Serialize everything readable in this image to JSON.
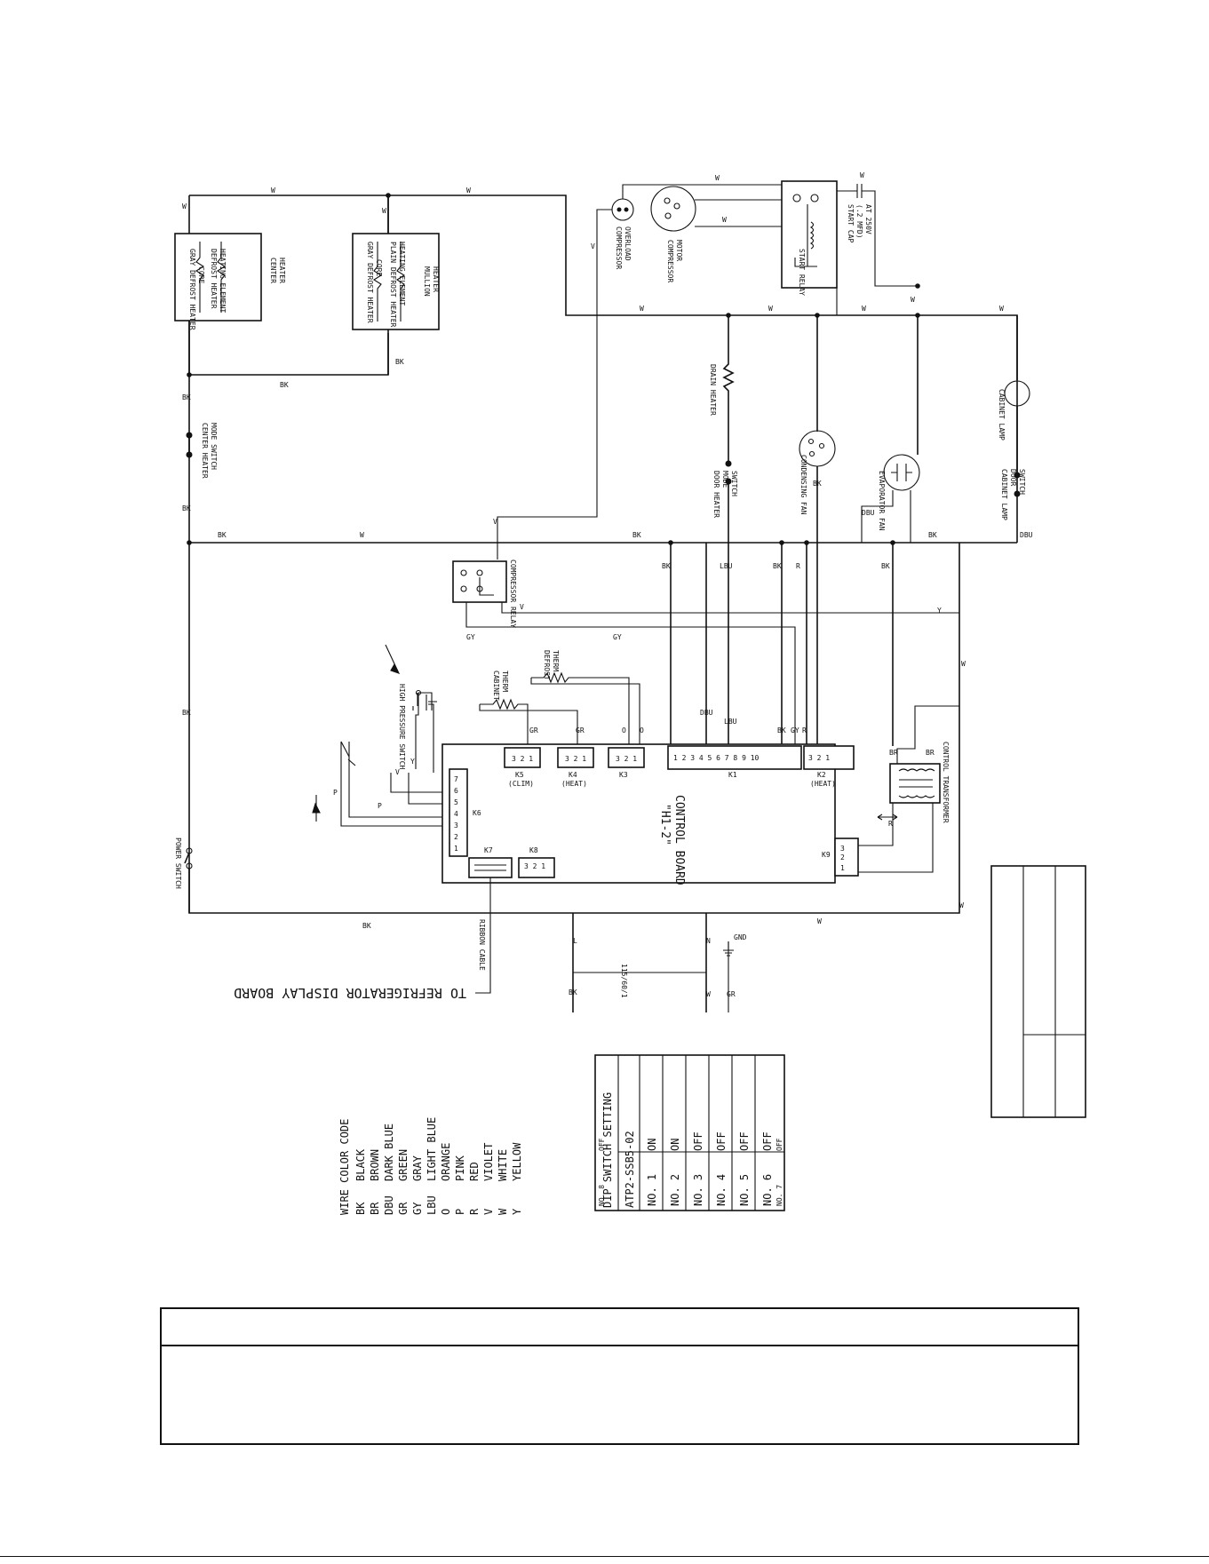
{
  "components": {
    "fresh_food_defrost_heaters": {
      "top": "GRAY DEFROST HEATER",
      "top_sub": "CORE",
      "bottom": "DEFROST HEATER",
      "bottom_sub": "HEATING ELEMENT",
      "name1": "CENTER",
      "name2": "HEATER"
    },
    "freezer_defrost_heaters": {
      "top": "GRAY DEFROST HEATER",
      "top_sub": "CORE",
      "bottom": "PLAIN DEFROST HEATER",
      "bottom_sub": "HEATING ELEMENT",
      "name1": "MULLION",
      "name2": "HEATER"
    },
    "center_heater_mode_switch": {
      "line1": "CENTER HEATER",
      "line2": "MODE SWITCH"
    },
    "compressor_overload": {
      "line1": "COMPRESSOR",
      "line2": "OVERLOAD"
    },
    "compressor_motor": {
      "line1": "COMPRESSOR",
      "line2": "MOTOR"
    },
    "start_relay": {
      "label": "START RELAY"
    },
    "start_cap": {
      "line1": "START CAP",
      "line2": "(.2 MFD)",
      "line3": "AT 250V"
    },
    "drain_heater": {
      "label": "DRAIN HEATER"
    },
    "door_heater_switch": {
      "line1": "DOOR HEATER",
      "line2": "MODE",
      "line3": "SWITCH"
    },
    "condensing_fan": {
      "label": "CONDENSING FAN"
    },
    "evaporator_fan": {
      "label": "EVAPORATOR FAN"
    },
    "cabinet_lamp": {
      "label": "CABINET LAMP"
    },
    "cabinet_lamp_switch": {
      "line1": "CABINET LAMP",
      "line2": "DOOR",
      "line3": "SWITCH"
    },
    "compressor_relay": {
      "label": "COMPRESSOR RELAY"
    },
    "high_pressure_switch": {
      "label": "HIGH PRESSURE SWITCH"
    },
    "cabinet_therm": {
      "line1": "CABINET",
      "line2": "THERM"
    },
    "defrost_therm": {
      "line1": "DEFROST",
      "line2": "THERM"
    },
    "power_switch": {
      "label": "POWER SWITCH"
    },
    "control_board": {
      "line1": "\"H1-2\"",
      "line2": "CONTROL BOARD"
    },
    "control_transformer": {
      "label": "CONTROL TRANSFORMER"
    },
    "ribbon_cable": {
      "label": "RIBBON CABLE"
    },
    "to_display_board": {
      "label": "TO REFRIGERATOR DISPLAY BOARD"
    },
    "supply": {
      "l": "L",
      "n": "N",
      "gnd": "GND",
      "voltage": "115/60/1"
    }
  },
  "board_connectors": {
    "k1": "K1",
    "k2": "K2",
    "k3": "K3",
    "k4": "K4",
    "k5": "K5",
    "k6": "K6",
    "k7": "K7",
    "k8": "K8",
    "k9": "K9",
    "k2_sub": "(HEAT)",
    "k4_sub": "(HEAT)",
    "k5_sub": "(CLIM)"
  },
  "wire_labels": {
    "bk": "BK",
    "br": "BR",
    "dbu": "DBU",
    "gr": "GR",
    "gy": "GY",
    "lbu": "LBU",
    "o": "O",
    "p": "P",
    "r": "R",
    "v": "V",
    "w": "W",
    "y": "Y"
  },
  "wire_color_code": {
    "title": "WIRE COLOR CODE",
    "rows": [
      {
        "code": "BK",
        "name": "BLACK"
      },
      {
        "code": "BR",
        "name": "BROWN"
      },
      {
        "code": "DBU",
        "name": "DARK BLUE"
      },
      {
        "code": "GR",
        "name": "GREEN"
      },
      {
        "code": "GY",
        "name": "GRAY"
      },
      {
        "code": "LBU",
        "name": "LIGHT BLUE"
      },
      {
        "code": "O",
        "name": "ORANGE"
      },
      {
        "code": "P",
        "name": "PINK"
      },
      {
        "code": "R",
        "name": "RED"
      },
      {
        "code": "V",
        "name": "VIOLET"
      },
      {
        "code": "W",
        "name": "WHITE"
      },
      {
        "code": "Y",
        "name": "YELLOW"
      }
    ]
  },
  "dip_switch": {
    "title": "DIP SWITCH SETTING",
    "subtitle": "ATP2-SSB5-02",
    "rows": [
      {
        "no": "NO. 1",
        "val": "ON"
      },
      {
        "no": "NO. 2",
        "val": "ON"
      },
      {
        "no": "NO. 3",
        "val": "OFF"
      },
      {
        "no": "NO. 4",
        "val": "OFF"
      },
      {
        "no": "NO. 5",
        "val": "OFF"
      },
      {
        "no": "NO. 6",
        "val": "OFF"
      },
      {
        "no": "NO. 7",
        "val": "OFF"
      },
      {
        "no": "NO. 8",
        "val": "OFF"
      }
    ]
  }
}
